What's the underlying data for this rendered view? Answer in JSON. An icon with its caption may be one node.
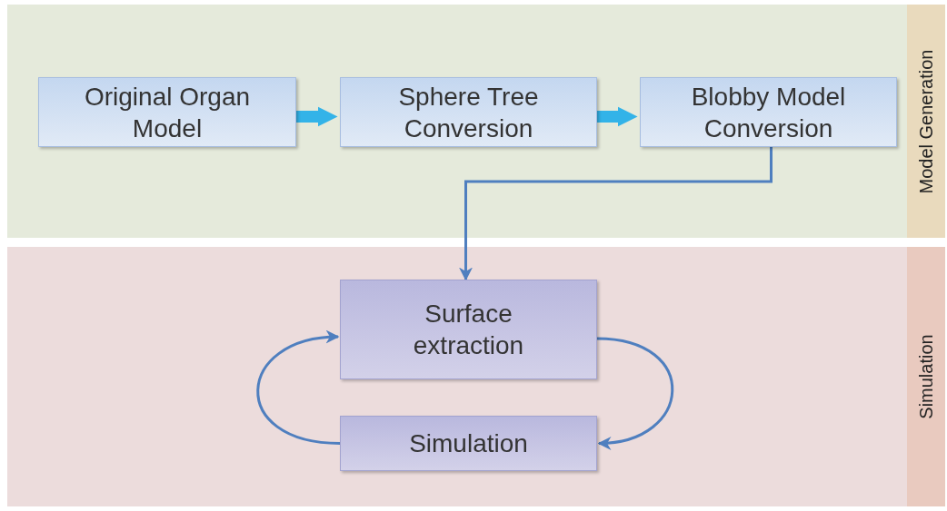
{
  "diagram": {
    "nodes": [
      {
        "text": [
          "Model Generation"
        ]
      },
      {
        "text": [
          "Original Organ Model"
        ],
        "in": 0
      },
      {
        "text": [
          "Sphere Tree Conversion"
        ],
        "in": 0
      },
      {
        "text": [
          "Blobby Model Conversion"
        ],
        "in": 0
      },
      {
        "text": [
          "Simulation"
        ]
      },
      {
        "text": [
          "Surface extraction"
        ],
        "in": 4
      },
      {
        "text": [
          "Simulation"
        ],
        "in": 4
      }
    ],
    "edges": [
      {
        "from": 1,
        "to": 2,
        "arrow": "to",
        "style": "thick",
        "color": "#33b3e8"
      },
      {
        "from": 2,
        "to": 3,
        "arrow": "to",
        "style": "thick",
        "color": "#33b3e8"
      },
      {
        "from": 3,
        "to": 5,
        "arrow": "to"
      },
      {
        "from": 5,
        "to": 6,
        "arrow": "to"
      },
      {
        "from": 6,
        "to": 5,
        "arrow": "to"
      }
    ]
  }
}
